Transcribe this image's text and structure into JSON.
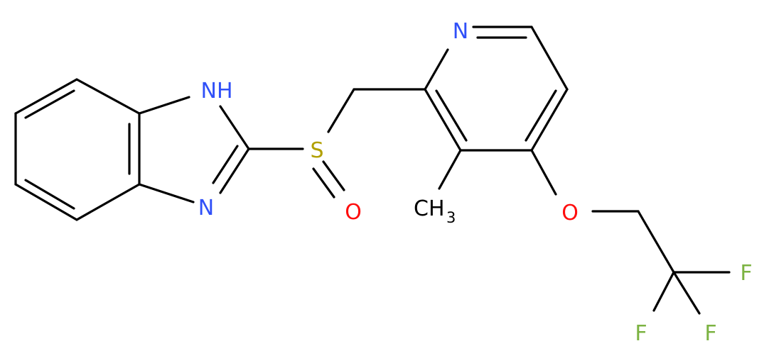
{
  "colors": {
    "bond": "#000000",
    "nitrogen": "#3050F8",
    "oxygen": "#FF0D0D",
    "sulfur": "#B2A000",
    "fluorine": "#7CB342",
    "carbon": "#000000"
  },
  "atoms": {
    "nh": "NH",
    "n_imidazole": "N",
    "s": "S",
    "o_sulfinyl": "O",
    "n_pyridine": "N",
    "ch3_main": "CH",
    "ch3_sub": "3",
    "o_ether": "O",
    "f1": "F",
    "f2": "F",
    "f3": "F"
  }
}
